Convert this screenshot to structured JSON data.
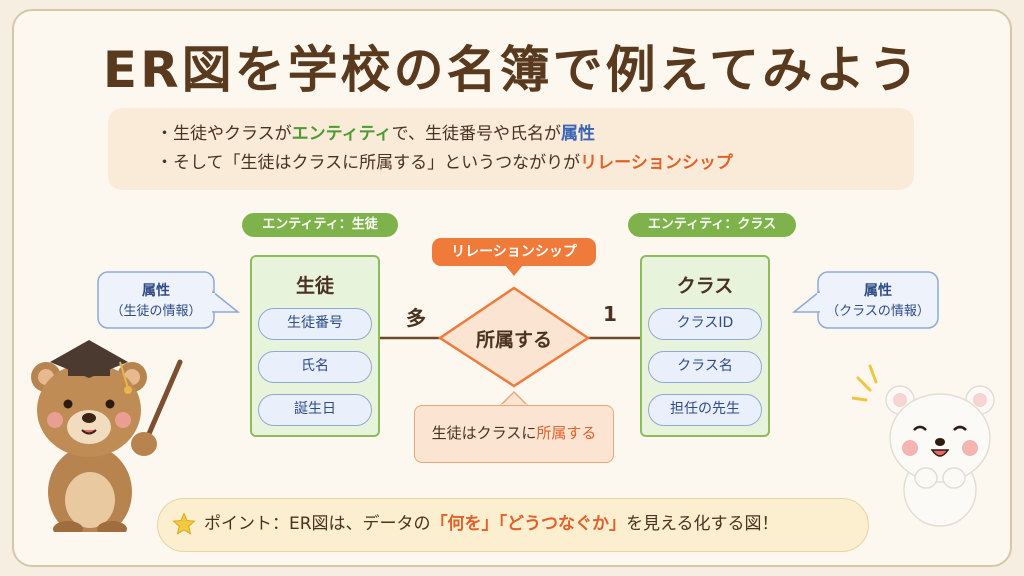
{
  "title": "ER図を学校の名簿で例えてみよう",
  "summary": {
    "line1": {
      "a": "・生徒やクラスが",
      "b": "エンティティ",
      "c": "で、生徒番号や氏名が",
      "d": "属性"
    },
    "line2": {
      "a": "・そして「生徒はクラスに所属する」というつながりが",
      "b": "リレーションシップ"
    }
  },
  "entity_left": {
    "tag": "エンティティ：生徒",
    "name": "生徒",
    "attributes": [
      "生徒番号",
      "氏名",
      "誕生日"
    ]
  },
  "entity_right": {
    "tag": "エンティティ：クラス",
    "name": "クラス",
    "attributes": [
      "クラスID",
      "クラス名",
      "担任の先生"
    ]
  },
  "relationship": {
    "tag": "リレーションシップ",
    "name": "所属する",
    "left_cardinality": "多",
    "right_cardinality": "1",
    "note_a": "生徒はクラスに",
    "note_b": "所属する"
  },
  "callout_left": {
    "title": "属性",
    "sub": "（生徒の情報）"
  },
  "callout_right": {
    "title": "属性",
    "sub": "（クラスの情報）"
  },
  "point": {
    "a": "ポイント：ER図は、データの",
    "b": "「何を」「どうつなぐか」",
    "c": "を見える化する図！"
  },
  "colors": {
    "entity_green": "#7eb24a",
    "attribute_blue": "#3b65b4",
    "relationship_orange": "#ef7a3a"
  },
  "icons": [
    "teacher-bear-illustration",
    "white-bear-illustration",
    "star-icon"
  ]
}
